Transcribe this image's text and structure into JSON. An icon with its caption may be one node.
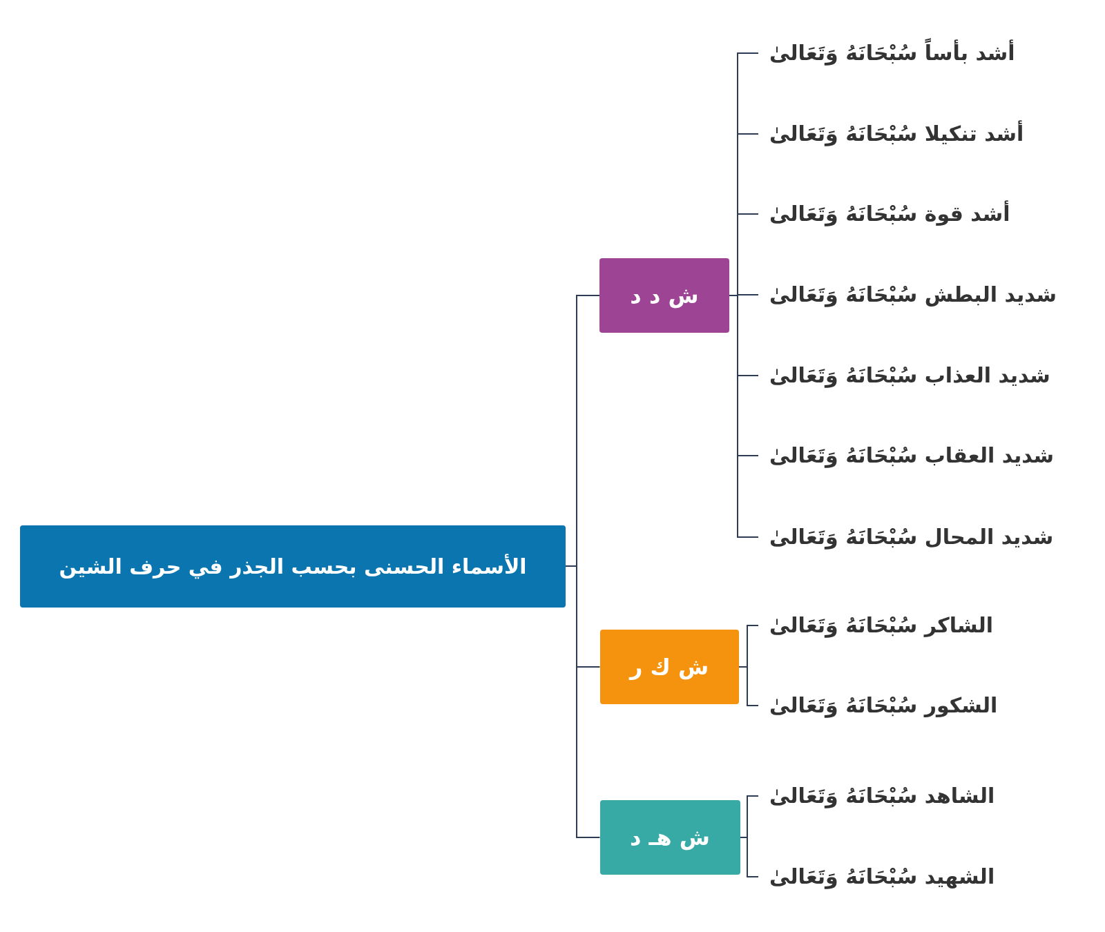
{
  "diagram": {
    "nodes": [
      {
        "text": [
          "الأسماء الحسنى بحسب الجذر في حرف الشين"
        ]
      },
      {
        "text": [
          "ش د د"
        ]
      },
      {
        "text": [
          "أشد بأساً سُبْحَانَهُ وَتَعَالىٰ"
        ]
      },
      {
        "text": [
          "أشد تنكيلا سُبْحَانَهُ وَتَعَالىٰ"
        ]
      },
      {
        "text": [
          "أشد قوة سُبْحَانَهُ وَتَعَالىٰ"
        ]
      },
      {
        "text": [
          "شديد البطش سُبْحَانَهُ وَتَعَالىٰ"
        ]
      },
      {
        "text": [
          "شديد العذاب سُبْحَانَهُ وَتَعَالىٰ"
        ]
      },
      {
        "text": [
          "شديد العقاب سُبْحَانَهُ وَتَعَالىٰ"
        ]
      },
      {
        "text": [
          "شديد المحال سُبْحَانَهُ وَتَعَالىٰ"
        ]
      },
      {
        "text": [
          "ش ك ر"
        ]
      },
      {
        "text": [
          "الشاكر سُبْحَانَهُ وَتَعَالىٰ"
        ]
      },
      {
        "text": [
          "الشكور سُبْحَانَهُ وَتَعَالىٰ"
        ]
      },
      {
        "text": [
          "ش هـ د"
        ]
      },
      {
        "text": [
          "الشاهد سُبْحَانَهُ وَتَعَالىٰ"
        ]
      },
      {
        "text": [
          "الشهيد سُبْحَانَهُ وَتَعَالىٰ"
        ]
      }
    ],
    "edges": [
      {
        "from": 0,
        "to": 1,
        "arrow": "none"
      },
      {
        "from": 0,
        "to": 9,
        "arrow": "none"
      },
      {
        "from": 0,
        "to": 12,
        "arrow": "none"
      },
      {
        "from": 1,
        "to": 2,
        "arrow": "none"
      },
      {
        "from": 1,
        "to": 3,
        "arrow": "none"
      },
      {
        "from": 1,
        "to": 4,
        "arrow": "none"
      },
      {
        "from": 1,
        "to": 5,
        "arrow": "none"
      },
      {
        "from": 1,
        "to": 6,
        "arrow": "none"
      },
      {
        "from": 1,
        "to": 7,
        "arrow": "none"
      },
      {
        "from": 1,
        "to": 8,
        "arrow": "none"
      },
      {
        "from": 9,
        "to": 10,
        "arrow": "none"
      },
      {
        "from": 9,
        "to": 11,
        "arrow": "none"
      },
      {
        "from": 12,
        "to": 13,
        "arrow": "none"
      },
      {
        "from": 12,
        "to": 14,
        "arrow": "none"
      }
    ]
  }
}
